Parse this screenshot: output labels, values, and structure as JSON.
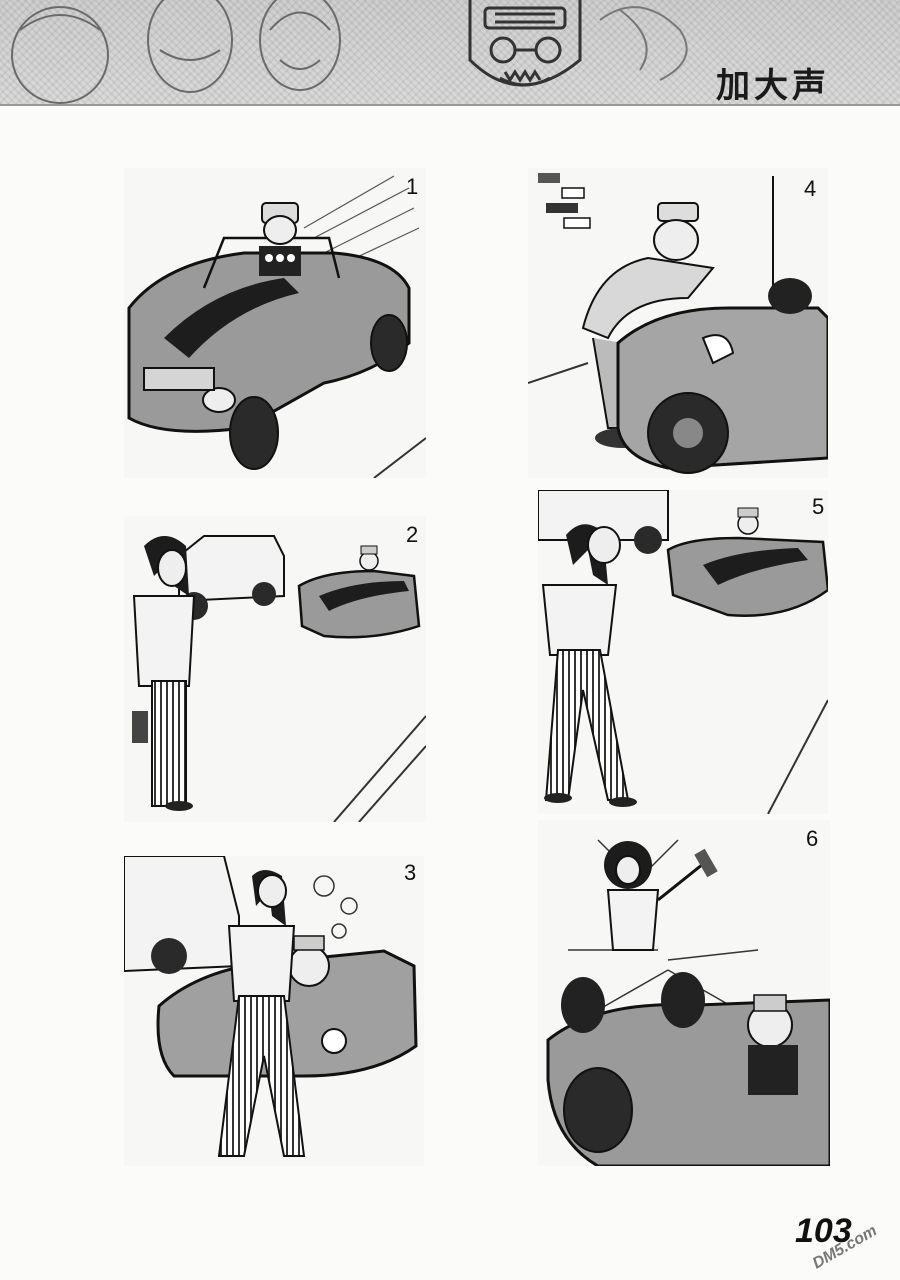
{
  "header": {
    "title": "加大声"
  },
  "panels": [
    {
      "number": "1"
    },
    {
      "number": "2"
    },
    {
      "number": "3"
    },
    {
      "number": "4"
    },
    {
      "number": "5"
    },
    {
      "number": "6"
    }
  ],
  "page_number": "103",
  "watermark_text": "DM5.com"
}
